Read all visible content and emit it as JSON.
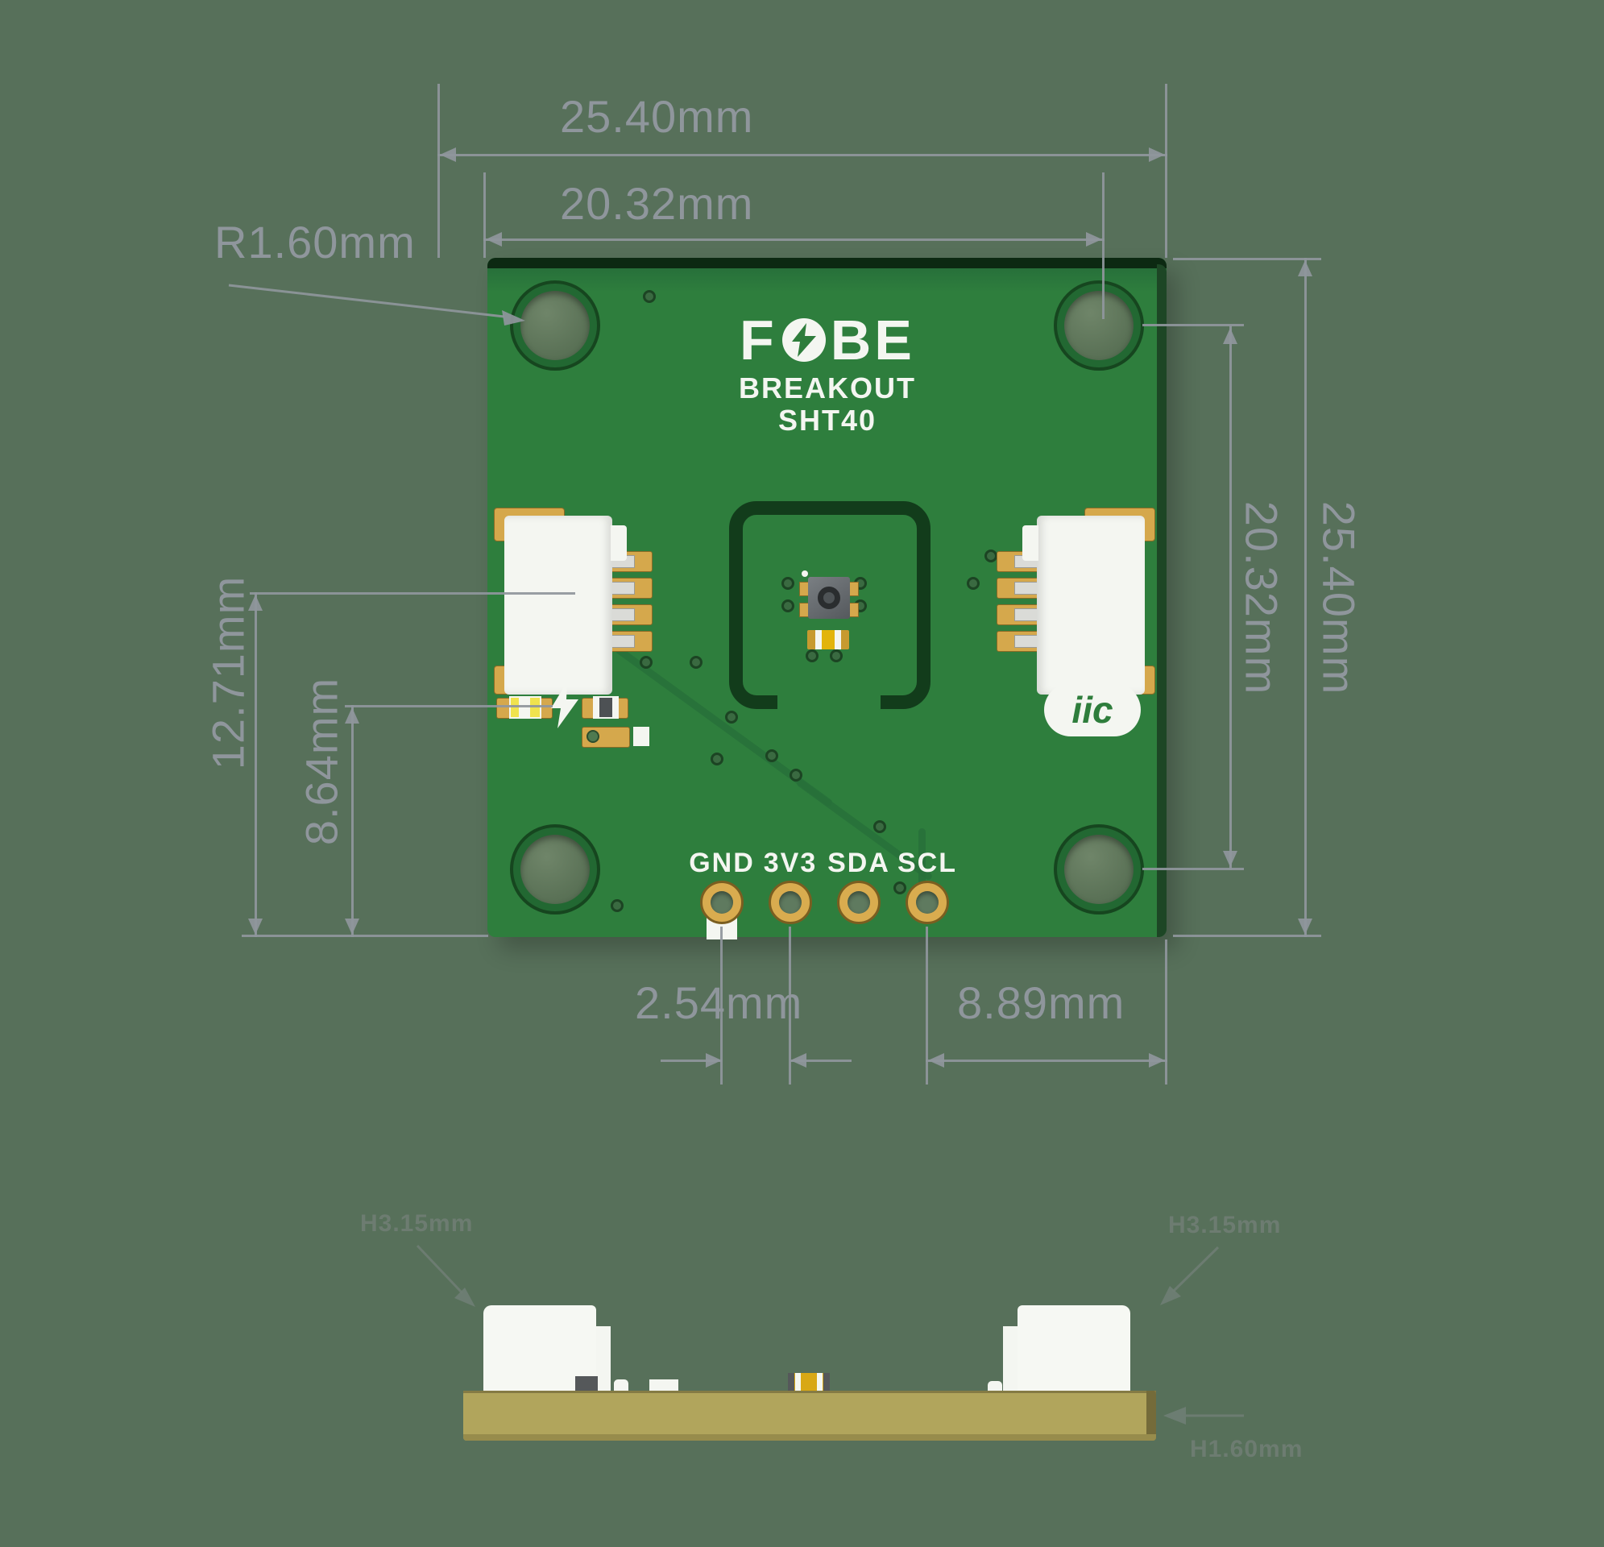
{
  "board": {
    "logo": {
      "brand_f": "F",
      "brand_be": "BE",
      "line2": "BREAKOUT",
      "line3": "SHT40"
    },
    "iic_badge": "iic",
    "pin_labels": [
      "GND",
      "3V3",
      "SDA",
      "SCL"
    ]
  },
  "dimensions": {
    "board_width_top": "25.40mm",
    "hole_spacing_top": "20.32mm",
    "hole_radius": "R1.60mm",
    "board_height_right": "25.40mm",
    "hole_spacing_right": "20.32mm",
    "connector_center_to_bottom": "12.71mm",
    "led_row_to_bottom": "8.64mm",
    "pin_pitch_bottom": "2.54mm",
    "pin_to_edge_bottom": "8.89mm",
    "connector_height_left": "H3.15mm",
    "connector_height_right": "H3.15mm",
    "board_thickness": "H1.60mm"
  },
  "colors": {
    "pcb_green": "#2e7e3d",
    "background_green": "#57705a",
    "gold": "#d5a84c",
    "dim_gray": "#8f969c",
    "silk_white": "#f4f6f1",
    "side_khaki": "#b1a55c"
  }
}
